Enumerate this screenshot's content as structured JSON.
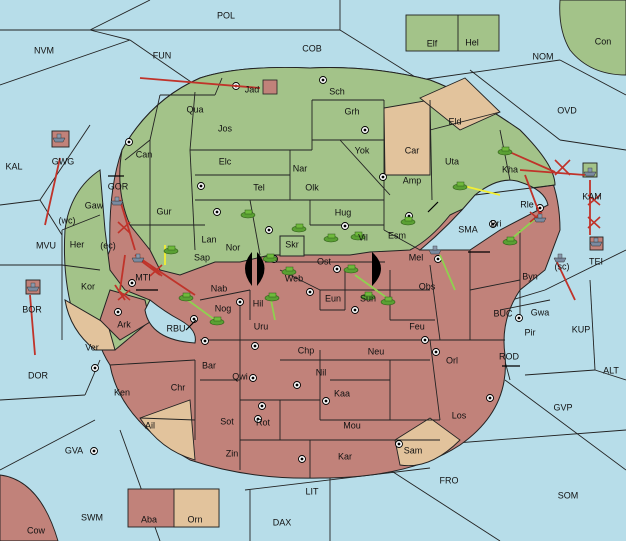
{
  "colors": {
    "sea": "#b7dde9",
    "green": "#a3c389",
    "red": "#c1827a",
    "tan": "#e2c39c",
    "outer": "#e9e9e9",
    "order_arrow": "#c0332a",
    "support_line": "#8fd14f",
    "convoy_line": "#f2ee33"
  },
  "seas": [
    "POL",
    "NVM",
    "FUN",
    "COB",
    "NOM",
    "OVD",
    "KAL",
    "MVU",
    "SMA",
    "BUC",
    "ROD",
    "ALT",
    "KUP",
    "GVP",
    "FRO",
    "SOM",
    "DOR",
    "GVA",
    "RBU",
    "LIT",
    "SWM",
    "DAX"
  ],
  "lands": [
    "Elf",
    "Hel",
    "Con",
    "Jad",
    "Sch",
    "Qua",
    "Jos",
    "Grh",
    "Eld",
    "Can",
    "Car",
    "Yok",
    "Nar",
    "Elc",
    "Tel",
    "Olk",
    "Uta",
    "Amp",
    "Kha",
    "GWG",
    "GOR",
    "Gaw",
    "(wc)",
    "(ec)",
    "Her",
    "Gur",
    "Lan",
    "Hug",
    "Esm",
    "Nor",
    "Skr",
    "Vil",
    "Sap",
    "Ost",
    "Mel",
    "Bri",
    "Rle",
    "KAM",
    "TEI",
    "MTI",
    "Web",
    "Nab",
    "Hil",
    "Eun",
    "Sun",
    "Obs",
    "(sc)",
    "Byn",
    "Kor",
    "Ark",
    "Nog",
    "BOR",
    "Uru",
    "Feu",
    "Gwa",
    "Pir",
    "Ver",
    "Chp",
    "Neu",
    "Orl",
    "Bar",
    "Qwi",
    "Nil",
    "Kaa",
    "Ken",
    "Chr",
    "Mou",
    "Los",
    "Ail",
    "Sot",
    "Rot",
    "Zin",
    "Kar",
    "Sam",
    "Aba",
    "Orn",
    "Cow"
  ],
  "units": {
    "fleet_icon": "ship-icon",
    "army_icon": "tank-icon"
  }
}
